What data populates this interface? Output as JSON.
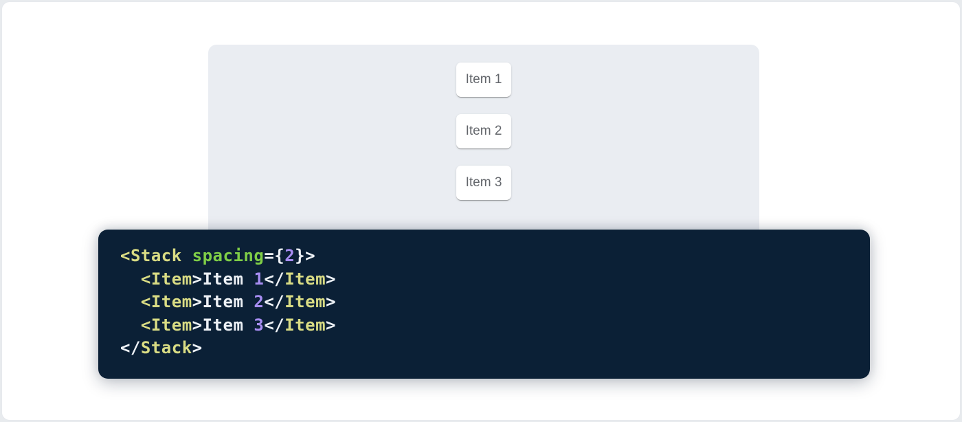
{
  "page": {
    "outer_bg": "#e8ebee",
    "surface_bg": "#ffffff"
  },
  "demo_panel": {
    "bg": "#eaedf2",
    "items": [
      {
        "label": "Item 1"
      },
      {
        "label": "Item 2"
      },
      {
        "label": "Item 3"
      }
    ]
  },
  "code_block": {
    "bg": "#0b2036",
    "language": "jsx",
    "source_text": "<Stack spacing={2}>\n  <Item>Item 1</Item>\n  <Item>Item 2</Item>\n  <Item>Item 3</Item>\n</Stack>",
    "token_colors": {
      "tag": "#d9dc84",
      "attr": "#7fce47",
      "num": "#a78df2",
      "plain": "#edf1f6"
    },
    "lines": [
      [
        {
          "t": "tag",
          "s": "<Stack"
        },
        {
          "t": "plain",
          "s": " "
        },
        {
          "t": "attr",
          "s": "spacing"
        },
        {
          "t": "plain",
          "s": "={"
        },
        {
          "t": "num",
          "s": "2"
        },
        {
          "t": "plain",
          "s": "}>"
        }
      ],
      [
        {
          "t": "plain",
          "s": "  "
        },
        {
          "t": "tag",
          "s": "<Item"
        },
        {
          "t": "plain",
          "s": ">Item "
        },
        {
          "t": "num",
          "s": "1"
        },
        {
          "t": "plain",
          "s": "</"
        },
        {
          "t": "tag",
          "s": "Item"
        },
        {
          "t": "plain",
          "s": ">"
        }
      ],
      [
        {
          "t": "plain",
          "s": "  "
        },
        {
          "t": "tag",
          "s": "<Item"
        },
        {
          "t": "plain",
          "s": ">Item "
        },
        {
          "t": "num",
          "s": "2"
        },
        {
          "t": "plain",
          "s": "</"
        },
        {
          "t": "tag",
          "s": "Item"
        },
        {
          "t": "plain",
          "s": ">"
        }
      ],
      [
        {
          "t": "plain",
          "s": "  "
        },
        {
          "t": "tag",
          "s": "<Item"
        },
        {
          "t": "plain",
          "s": ">Item "
        },
        {
          "t": "num",
          "s": "3"
        },
        {
          "t": "plain",
          "s": "</"
        },
        {
          "t": "tag",
          "s": "Item"
        },
        {
          "t": "plain",
          "s": ">"
        }
      ],
      [
        {
          "t": "plain",
          "s": "</"
        },
        {
          "t": "tag",
          "s": "Stack"
        },
        {
          "t": "plain",
          "s": ">"
        }
      ]
    ]
  }
}
